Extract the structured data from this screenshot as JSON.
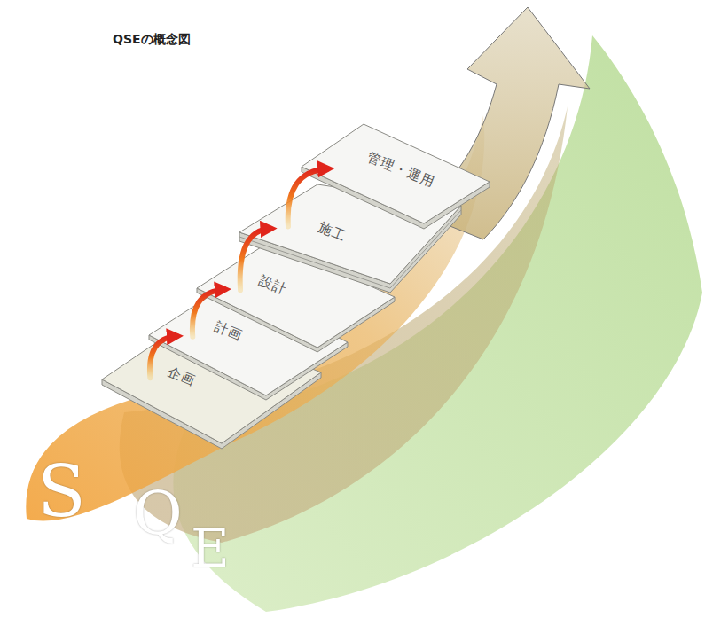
{
  "diagram": {
    "title": "QSEの概念図",
    "nodes": [
      {
        "text": [
          "企画"
        ]
      },
      {
        "text": [
          "計画"
        ]
      },
      {
        "text": [
          "設計"
        ]
      },
      {
        "text": [
          "施工"
        ]
      },
      {
        "text": [
          "管理・運用"
        ]
      }
    ],
    "edges": [
      {
        "from": 0,
        "to": 1,
        "arrow": "to"
      },
      {
        "from": 1,
        "to": 2,
        "arrow": "to"
      },
      {
        "from": 2,
        "to": 3,
        "arrow": "to"
      },
      {
        "from": 3,
        "to": 4,
        "arrow": "to"
      }
    ],
    "labels": [
      "S",
      "Q",
      "E"
    ]
  }
}
